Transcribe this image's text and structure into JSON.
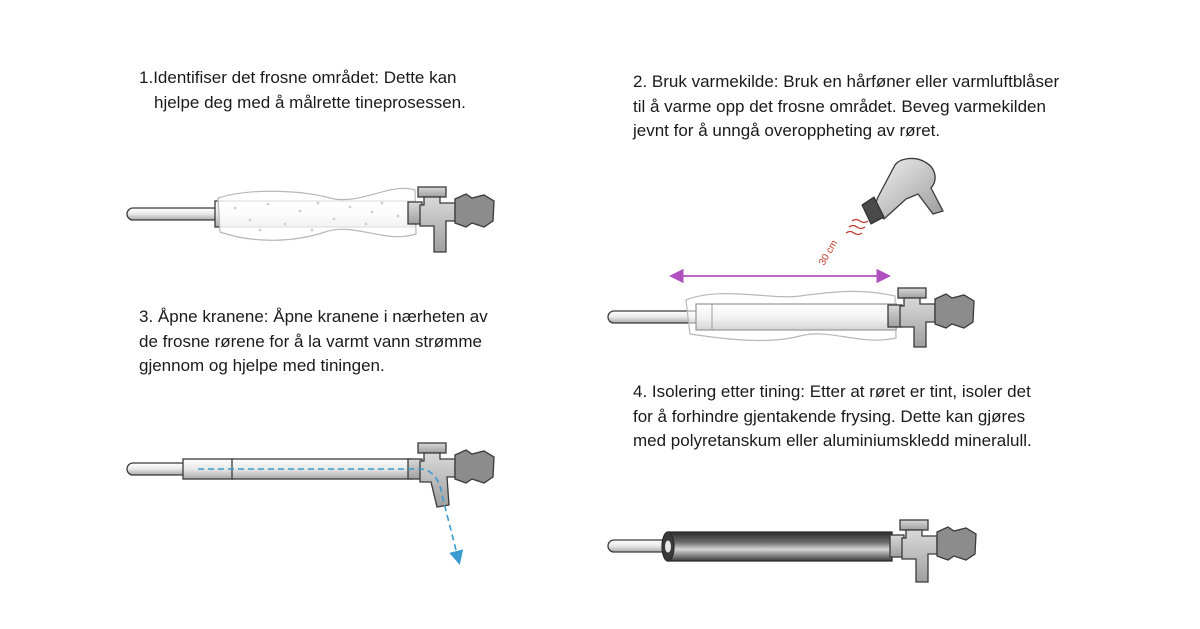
{
  "steps": [
    {
      "number": "1.",
      "lines": [
        "Identifiser det frosne området: Dette kan",
        "hjelpe deg med å målrette tineprosessen."
      ]
    },
    {
      "number": "2.",
      "lines": [
        "Bruk varmekilde: Bruk en hårføner eller varmluftblåser",
        "til å varme opp det frosne området. Beveg varmekilden",
        "jevnt for å unngå overoppheting av røret."
      ]
    },
    {
      "number": "3.",
      "lines": [
        "Åpne kranene: Åpne kranene i nærheten av",
        "de frosne rørene for å la varmt vann strømme",
        "gjennom og hjelpe med tiningen."
      ]
    },
    {
      "number": "4.",
      "lines": [
        "Isolering etter tining: Etter at røret er tint, isoler det",
        "for å forhindre gjentakende frysing. Dette kan gjøres",
        "med polyretanskum eller aluminiumskledd mineralull."
      ]
    }
  ],
  "illustration": {
    "distance_label": "30 cm",
    "colors": {
      "text": "#1a1a1a",
      "pipe_outline": "#3a3a3a",
      "valve_fill": "#bdbdbd",
      "handle_fill": "#8c8c8c",
      "ice_outline": "#b8b8b8",
      "arrow_purple": "#b04fc0",
      "heat_red": "#c0392b",
      "water_blue": "#3b9bd1",
      "insulation_dark": "#2b2b2b"
    },
    "icons": [
      "pipe-with-valve",
      "hair-dryer-icon",
      "heat-waves-icon",
      "water-flow-arrow",
      "double-arrow"
    ]
  }
}
